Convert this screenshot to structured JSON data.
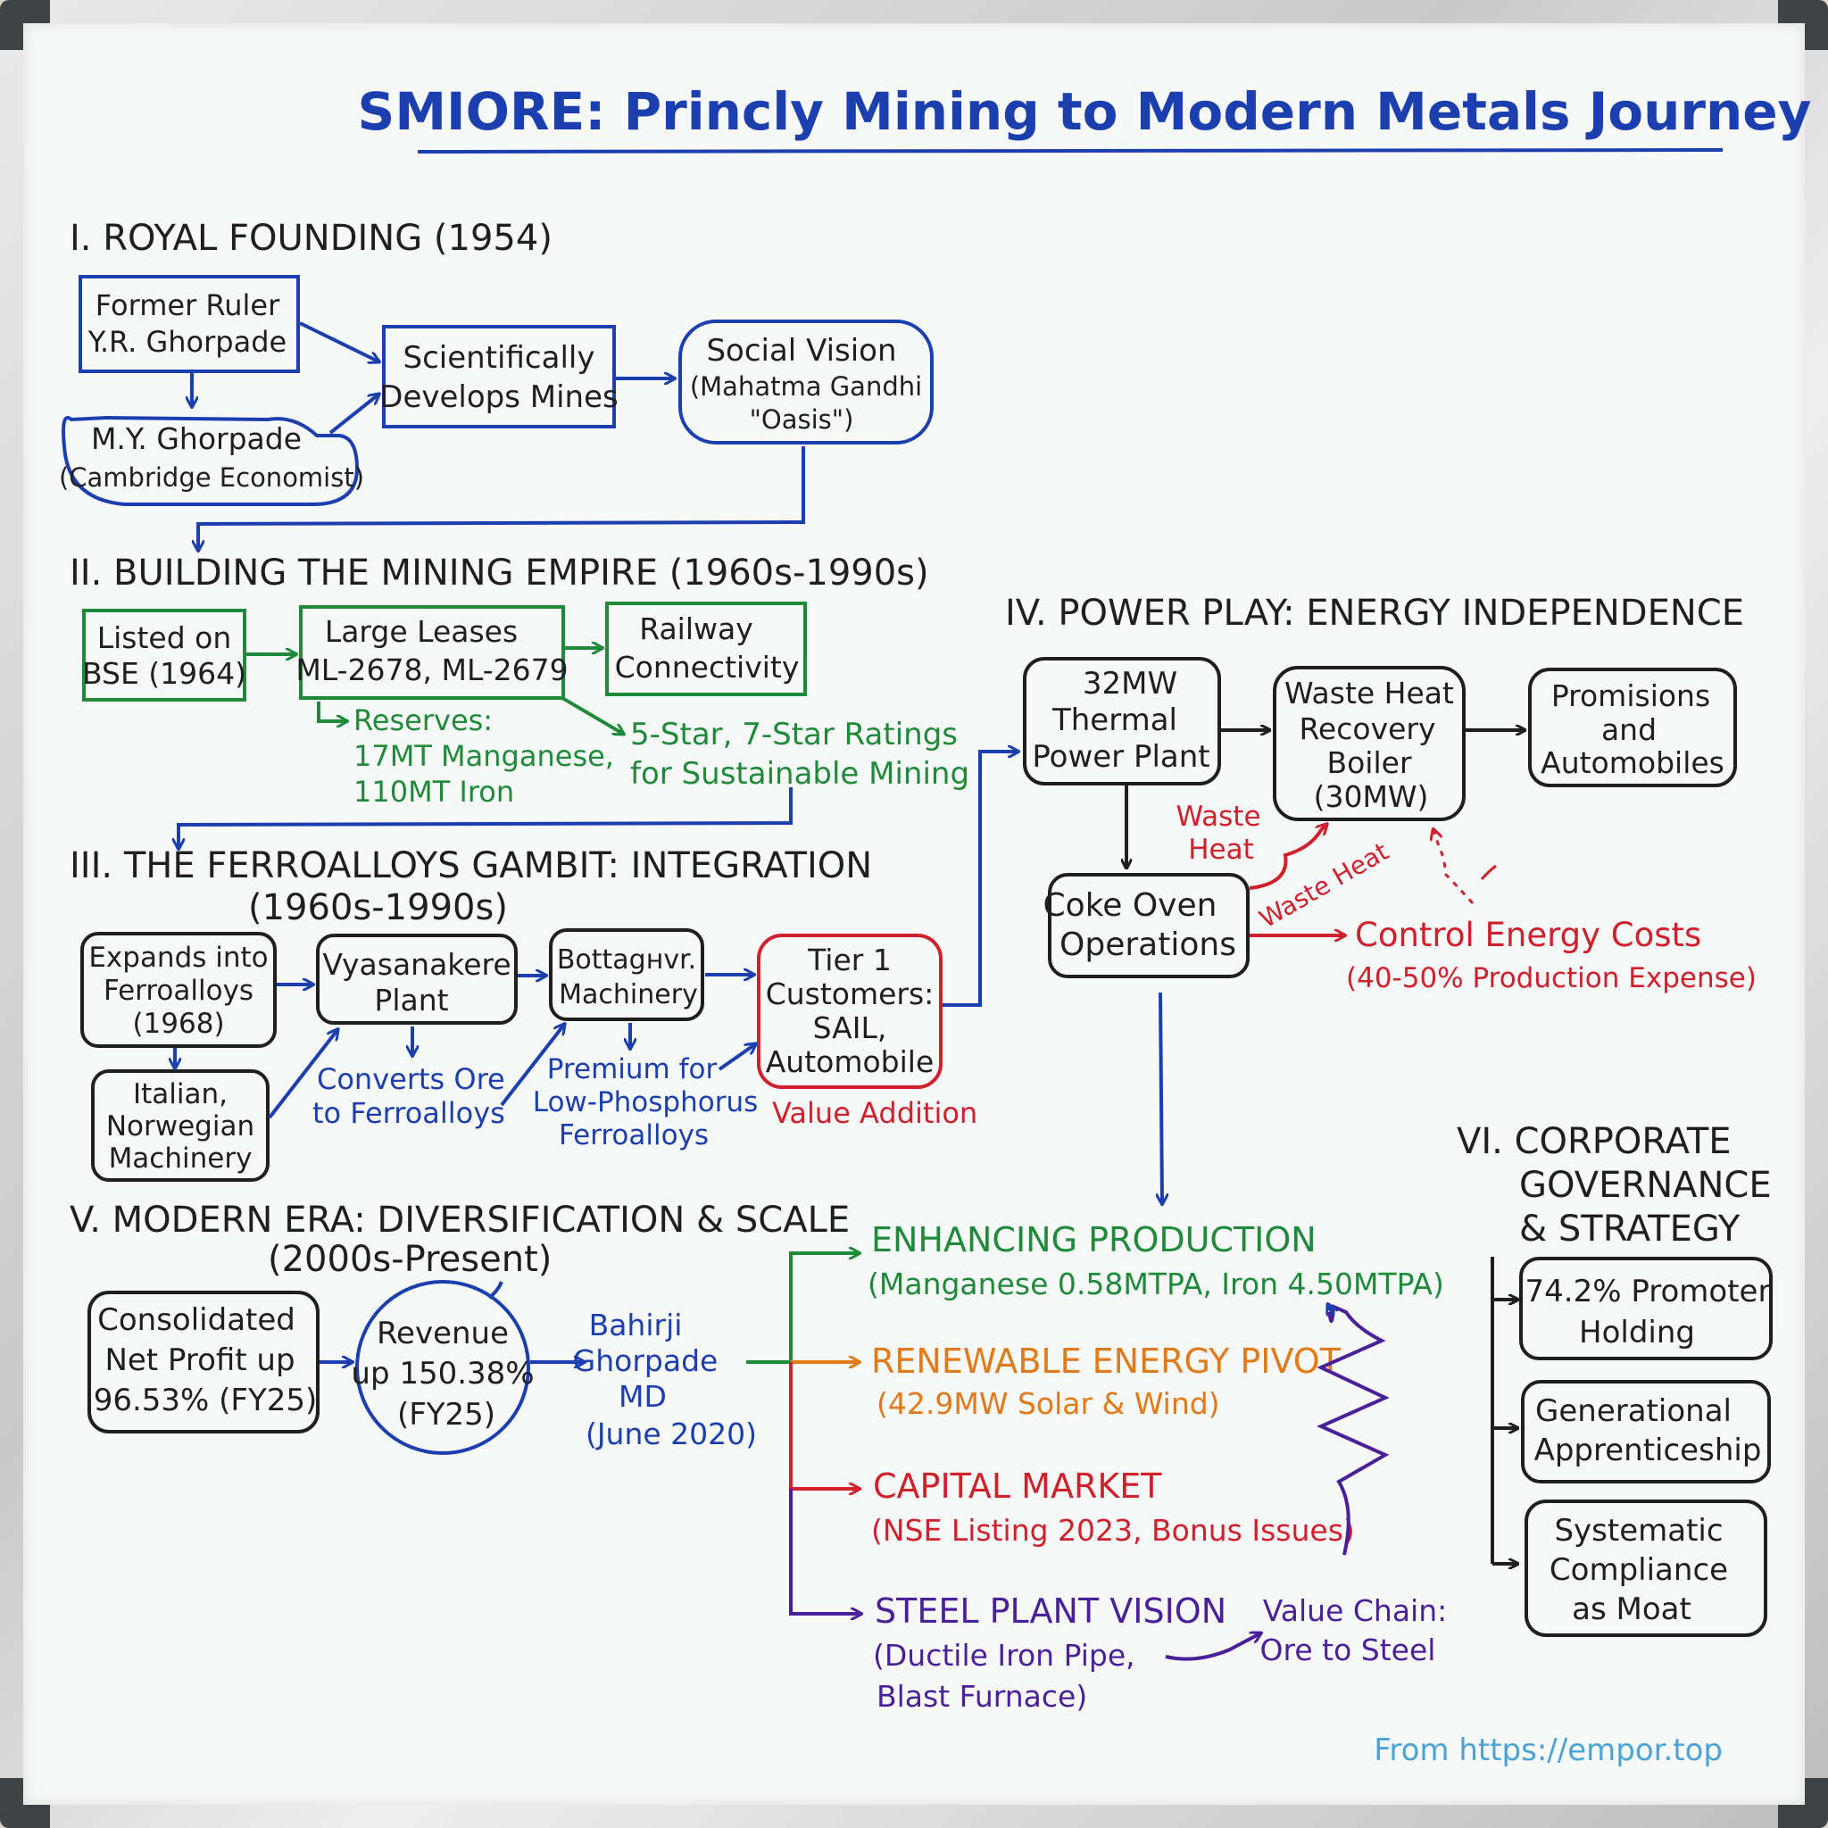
{
  "title": "SMIORE: Princly Mining to Modern Metals Journey",
  "credit": "From https://empor.top",
  "colors": {
    "ink": "#1f1f22",
    "blue": "#1b3fae",
    "green": "#1f8a3a",
    "red": "#d0202b",
    "orange": "#e07a1a",
    "purple": "#4a1f9a",
    "lightblue": "#4aa3d8"
  },
  "sections": {
    "s1": {
      "heading": "I. ROYAL FOUNDING (1954)",
      "former_ruler": [
        "Former Ruler",
        "Y.R. Ghorpade"
      ],
      "my_ghorpade": [
        "M.Y. Ghorpade",
        "(Cambridge Economist)"
      ],
      "develops": [
        "Scientifically",
        "Develops Mines"
      ],
      "social_vision": [
        "Social Vision",
        "(Mahatma Gandhi",
        "\"Oasis\")"
      ]
    },
    "s2": {
      "heading": "II. BUILDING THE MINING EMPIRE (1960s-1990s)",
      "listed": [
        "Listed on",
        "BSE (1964)"
      ],
      "leases": [
        "Large Leases",
        "ML-2678, ML-2679"
      ],
      "railway": [
        "Railway",
        "Connectivity"
      ],
      "reserves": [
        "Reserves:",
        "17MT Manganese,",
        "110MT Iron"
      ],
      "ratings": [
        "5-Star, 7-Star Ratings",
        "for Sustainable Mining"
      ]
    },
    "s3": {
      "heading": [
        "III. THE FERROALLOYS GAMBIT: INTEGRATION",
        "(1960s-1990s)"
      ],
      "expands": [
        "Expands into",
        "Ferroalloys",
        "(1968)"
      ],
      "italian": [
        "Italian,",
        "Norwegian",
        "Machinery"
      ],
      "plant": [
        "Vyasanakere",
        "Plant"
      ],
      "bottag": [
        "Bottagнvr.",
        "Machinery"
      ],
      "tier1": [
        "Tier 1",
        "Customers:",
        "SAIL,",
        "Automobile"
      ],
      "converts": [
        "Converts Ore",
        "to Ferroalloys"
      ],
      "premium": [
        "Premium for",
        "Low-Phosphorus",
        "Ferroalloys"
      ],
      "value_addition": "Value Addition"
    },
    "s4": {
      "heading": "IV. POWER PLAY: ENERGY INDEPENDENCE",
      "thermal": [
        "32MW",
        "Thermal",
        "Power Plant"
      ],
      "whrb": [
        "Waste Heat",
        "Recovery",
        "Boiler",
        "(30MW)"
      ],
      "promisions": [
        "Promisions",
        "and",
        "Automobiles"
      ],
      "coke": [
        "Coke Oven",
        "Operations"
      ],
      "waste_heat_1": [
        "Waste",
        "Heat"
      ],
      "waste_heat_2": "Waste Heat",
      "control": [
        "Control Energy Costs",
        "(40-50% Production Expense)"
      ]
    },
    "s5": {
      "heading": [
        "V. MODERN ERA: DIVERSIFICATION & SCALE",
        "(2000s-Present)"
      ],
      "profit": [
        "Consolidated",
        "Net Profit up",
        "96.53% (FY25)"
      ],
      "revenue": [
        "Revenue",
        "up 150.38%",
        "(FY25)"
      ],
      "bahirji": [
        "Bahirji",
        "Ghorpade",
        "MD",
        "(June 2020)"
      ],
      "enhancing": [
        "ENHANCING PRODUCTION",
        "(Manganese 0.58MTPA, Iron 4.50MTPA)"
      ],
      "renewable": [
        "RENEWABLE ENERGY PIVOT",
        "(42.9MW Solar & Wind)"
      ],
      "capital": [
        "CAPITAL MARKET",
        "(NSE Listing 2023, Bonus Issues)"
      ],
      "steel": [
        "STEEL PLANT VISION",
        "(Ductile Iron Pipe,",
        "Blast Furnace)"
      ],
      "value_chain": [
        "Value Chain:",
        "Ore to Steel"
      ]
    },
    "s6": {
      "heading": [
        "VI. CORPORATE",
        "GOVERNANCE",
        "& STRATEGY"
      ],
      "promoter": [
        "74.2% Promoter",
        "Holding"
      ],
      "apprentice": [
        "Generational",
        "Apprenticeship"
      ],
      "compliance": [
        "Systematic",
        "Compliance",
        "as Moat"
      ]
    }
  }
}
